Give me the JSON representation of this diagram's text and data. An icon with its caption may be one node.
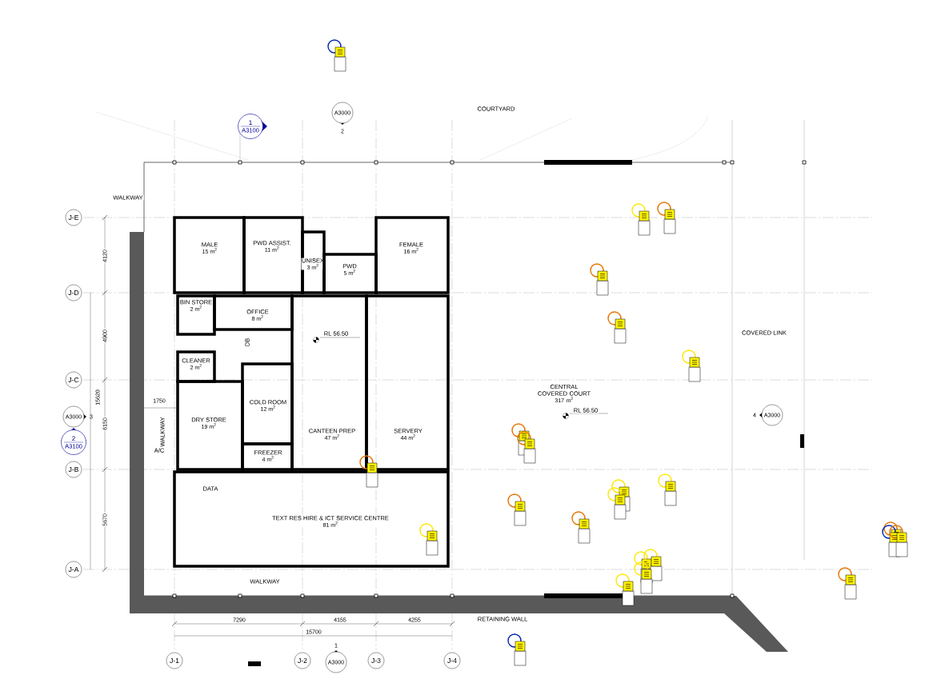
{
  "diagram": {
    "nodes": [
      {
        "text": [
          "MALE",
          "15 m$^{2}$"
        ]
      },
      {
        "text": [
          "PWD ASSIST.",
          "11 m$^{2}$"
        ]
      },
      {
        "text": [
          "UNISEX",
          "3 m$^{2}$"
        ]
      },
      {
        "text": [
          "PWD",
          "5 m$^{2}$"
        ]
      },
      {
        "text": [
          "FEMALE",
          "16 m$^{2}$"
        ]
      },
      {
        "text": [
          "BIN STORE",
          "2 m$^{2}$"
        ]
      },
      {
        "text": [
          "OFFICE",
          "8 m$^{2}$"
        ]
      },
      {
        "text": [
          "CLEANER",
          "2 m$^{2}$"
        ]
      },
      {
        "text": [
          "DRY STORE",
          "19 m$^{2}$"
        ]
      },
      {
        "text": [
          "COLD ROOM",
          "12 m$^{2}$"
        ]
      },
      {
        "text": [
          "FREEZER",
          "4 m$^{2}$"
        ]
      },
      {
        "text": [
          "CANTEEN PREP",
          "47 m$^{2}$"
        ]
      },
      {
        "text": [
          "SERVERY",
          "44 m$^{2}$"
        ]
      },
      {
        "text": [
          "TEXT RES HIRE & ICT SERVICE CENTRE",
          "81 m$^{2}$"
        ]
      },
      {
        "text": [
          "CENTRAL COVERED COURT",
          "317 m$^{2}$"
        ]
      },
      {
        "text": [
          "J-E"
        ]
      },
      {
        "text": [
          "J-D"
        ]
      },
      {
        "text": [
          "J-C"
        ]
      },
      {
        "text": [
          "J-B"
        ]
      },
      {
        "text": [
          "J-A"
        ]
      },
      {
        "text": [
          "J-1"
        ]
      },
      {
        "text": [
          "J-2"
        ]
      },
      {
        "text": [
          "J-3"
        ]
      },
      {
        "text": [
          "J-4"
        ]
      },
      {
        "text": [
          "1",
          "A3100"
        ]
      },
      {
        "text": [
          "A3000",
          "2"
        ]
      },
      {
        "text": [
          "A3000",
          "3"
        ]
      },
      {
        "text": [
          "2",
          "A3100"
        ]
      },
      {
        "text": [
          "4",
          "A3000"
        ]
      },
      {
        "text": [
          "1",
          "A3000"
        ]
      }
    ],
    "labels": [
      "WALKWAY",
      "COURTYARD",
      "4120",
      "RL 56.50",
      "DB",
      "COVERED LINK",
      "4900",
      "15620",
      "1750",
      "WALKWAY",
      "6150",
      "A/C",
      "RL 56.50",
      "DATA",
      "5670",
      "WALKWAY",
      "RETAINING WALL",
      "7290",
      "4155",
      "4255",
      "15700"
    ]
  }
}
